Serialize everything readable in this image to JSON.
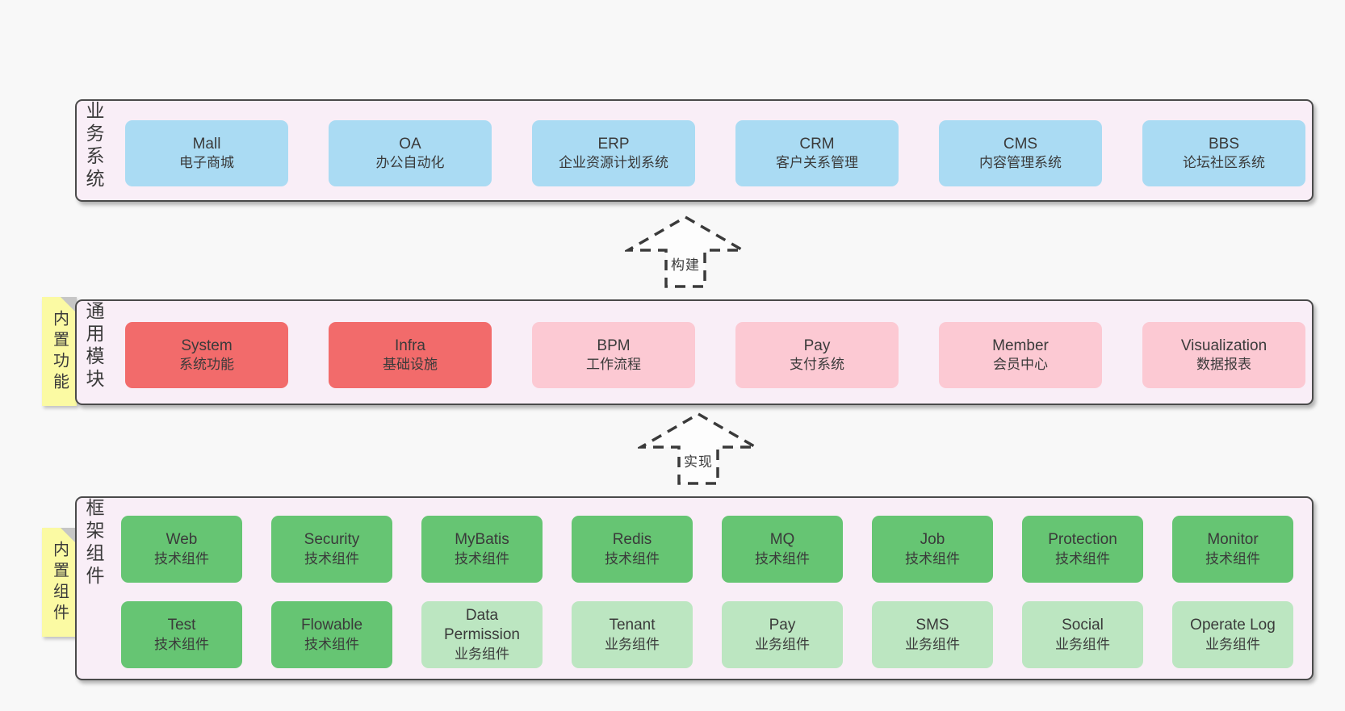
{
  "colors": {
    "page-bg": "#f8f8f8",
    "panel-bg": "#f9eef7",
    "panel-border": "#4a4a4a",
    "box-blue": "#aadbf3",
    "box-red": "#f26b6b",
    "box-pink": "#fcc9d3",
    "box-green": "#66c573",
    "box-green-light": "#bce6c1",
    "tag-yellow": "#fbfaa3",
    "tag-fold": "#c6c6c6",
    "text": "#3a3a3a",
    "arrow": "#3a3a3a"
  },
  "arrows": [
    {
      "label": "构建"
    },
    {
      "label": "实现"
    }
  ],
  "layers": [
    {
      "label": "业务系统",
      "boxes": [
        {
          "name": "Mall",
          "sub": "电子商城",
          "variant": "blue"
        },
        {
          "name": "OA",
          "sub": "办公自动化",
          "variant": "blue"
        },
        {
          "name": "ERP",
          "sub": "企业资源计划系统",
          "variant": "blue"
        },
        {
          "name": "CRM",
          "sub": "客户关系管理",
          "variant": "blue"
        },
        {
          "name": "CMS",
          "sub": "内容管理系统",
          "variant": "blue"
        },
        {
          "name": "BBS",
          "sub": "论坛社区系统",
          "variant": "blue"
        }
      ]
    },
    {
      "label": "通用模块",
      "tag": "内置功能",
      "boxes": [
        {
          "name": "System",
          "sub": "系统功能",
          "variant": "red"
        },
        {
          "name": "Infra",
          "sub": "基础设施",
          "variant": "red"
        },
        {
          "name": "BPM",
          "sub": "工作流程",
          "variant": "pink"
        },
        {
          "name": "Pay",
          "sub": "支付系统",
          "variant": "pink"
        },
        {
          "name": "Member",
          "sub": "会员中心",
          "variant": "pink"
        },
        {
          "name": "Visualization",
          "sub": "数据报表",
          "variant": "pink"
        }
      ]
    },
    {
      "label": "框架组件",
      "tag": "内置组件",
      "boxes": [
        {
          "name": "Web",
          "sub": "技术组件",
          "variant": "green"
        },
        {
          "name": "Security",
          "sub": "技术组件",
          "variant": "green"
        },
        {
          "name": "MyBatis",
          "sub": "技术组件",
          "variant": "green"
        },
        {
          "name": "Redis",
          "sub": "技术组件",
          "variant": "green"
        },
        {
          "name": "MQ",
          "sub": "技术组件",
          "variant": "green"
        },
        {
          "name": "Job",
          "sub": "技术组件",
          "variant": "green"
        },
        {
          "name": "Protection",
          "sub": "技术组件",
          "variant": "green"
        },
        {
          "name": "Monitor",
          "sub": "技术组件",
          "variant": "green"
        },
        {
          "name": "Test",
          "sub": "技术组件",
          "variant": "green"
        },
        {
          "name": "Flowable",
          "sub": "技术组件",
          "variant": "green"
        },
        {
          "name": "Data\nPermission",
          "sub": "业务组件",
          "variant": "green-light"
        },
        {
          "name": "Tenant",
          "sub": "业务组件",
          "variant": "green-light"
        },
        {
          "name": "Pay",
          "sub": "业务组件",
          "variant": "green-light"
        },
        {
          "name": "SMS",
          "sub": "业务组件",
          "variant": "green-light"
        },
        {
          "name": "Social",
          "sub": "业务组件",
          "variant": "green-light"
        },
        {
          "name": "Operate Log",
          "sub": "业务组件",
          "variant": "green-light"
        }
      ]
    }
  ]
}
